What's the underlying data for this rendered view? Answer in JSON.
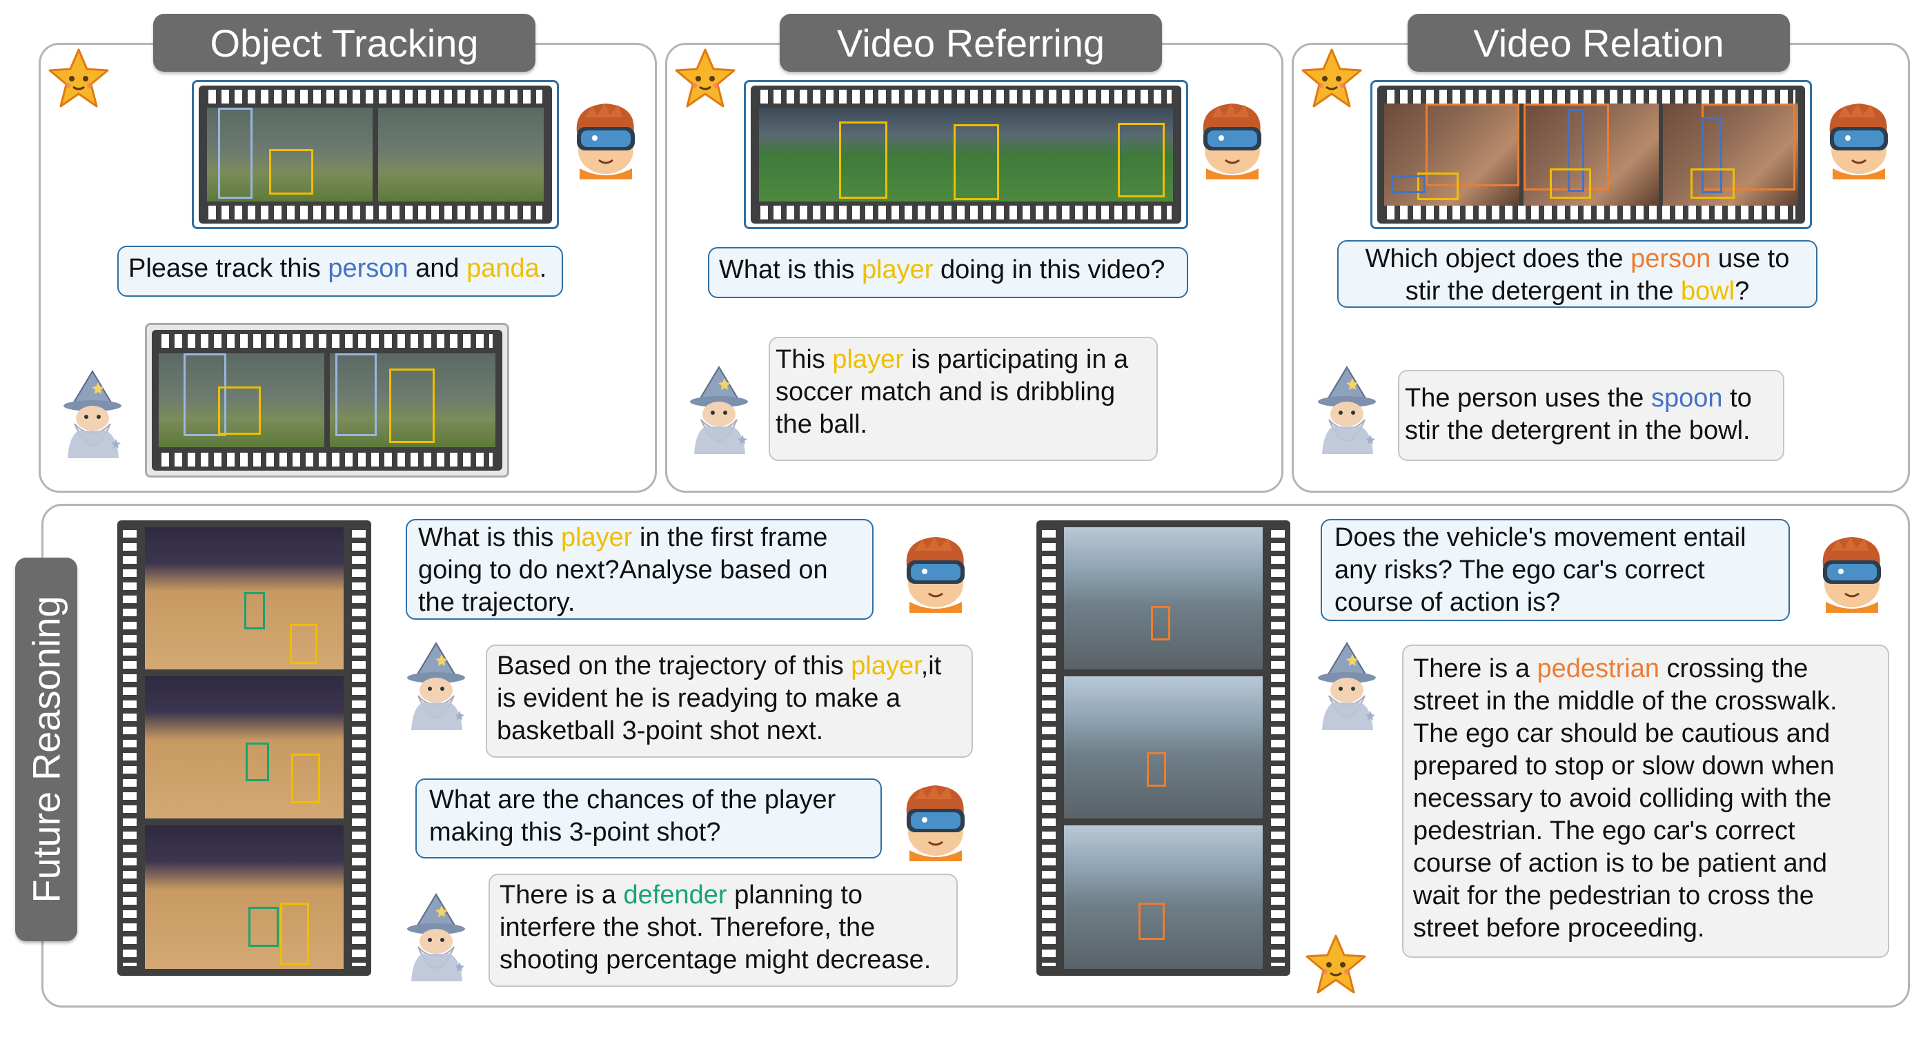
{
  "sections": {
    "object_tracking": {
      "title": "Object Tracking",
      "question": {
        "pre": "Please track this ",
        "w1": "person",
        "mid": " and ",
        "w2": "panda",
        "post": "."
      }
    },
    "video_referring": {
      "title": "Video Referring",
      "question": {
        "pre": "What is this ",
        "w1": "player",
        "post": " doing in this video?"
      },
      "answer": {
        "pre": "This ",
        "w1": "player",
        "post": " is participating in a soccer match and is dribbling the ball."
      }
    },
    "video_relation": {
      "title": "Video Relation",
      "question": {
        "pre": "Which object does the ",
        "w1": "person",
        "mid": " use to stir the detergent in the ",
        "w2": "bowl",
        "post": "?"
      },
      "answer": {
        "pre": "The person uses the ",
        "w1": "spoon",
        "post": " to stir the detergrent in the bowl."
      }
    },
    "future_reasoning": {
      "title": "Future Reasoning",
      "basketball": {
        "q1": {
          "pre": "What is this ",
          "w1": "player",
          "post": " in the first frame going to do next?Analyse based on the trajectory."
        },
        "a1": {
          "pre": "Based on the trajectory of this ",
          "w1": "player",
          "post": ",it is evident he is readying to make a basketball 3-point shot next."
        },
        "q2": "What are the chances of the player making this 3-point shot?",
        "a2": {
          "pre": "There is a ",
          "w1": "defender",
          "post": " planning to interfere the shot. Therefore, the shooting percentage might decrease."
        }
      },
      "driving": {
        "q1": "Does the vehicle's movement entail any risks? The ego car's correct course of action is?",
        "a1": {
          "pre": "There is a ",
          "w1": "pedestrian",
          "post": " crossing the street in the middle of the crosswalk. The ego car should be cautious and prepared to stop or slow down when necessary to avoid colliding with the pedestrian. The ego car's correct course of action is to be patient and wait for the pedestrian to cross the street before proceeding."
        }
      }
    }
  },
  "colors": {
    "person": "#4472c4",
    "panda": "#f0be00",
    "player": "#f0be00",
    "relation_person": "#ed7d31",
    "spoon": "#4472c4",
    "defender": "#1aa370",
    "pedestrian": "#ed7d31",
    "question_border": "#2f6fa3",
    "answer_border": "#c4c4c4"
  },
  "icons": [
    "star-icon",
    "vr-user-icon",
    "wizard-icon"
  ]
}
